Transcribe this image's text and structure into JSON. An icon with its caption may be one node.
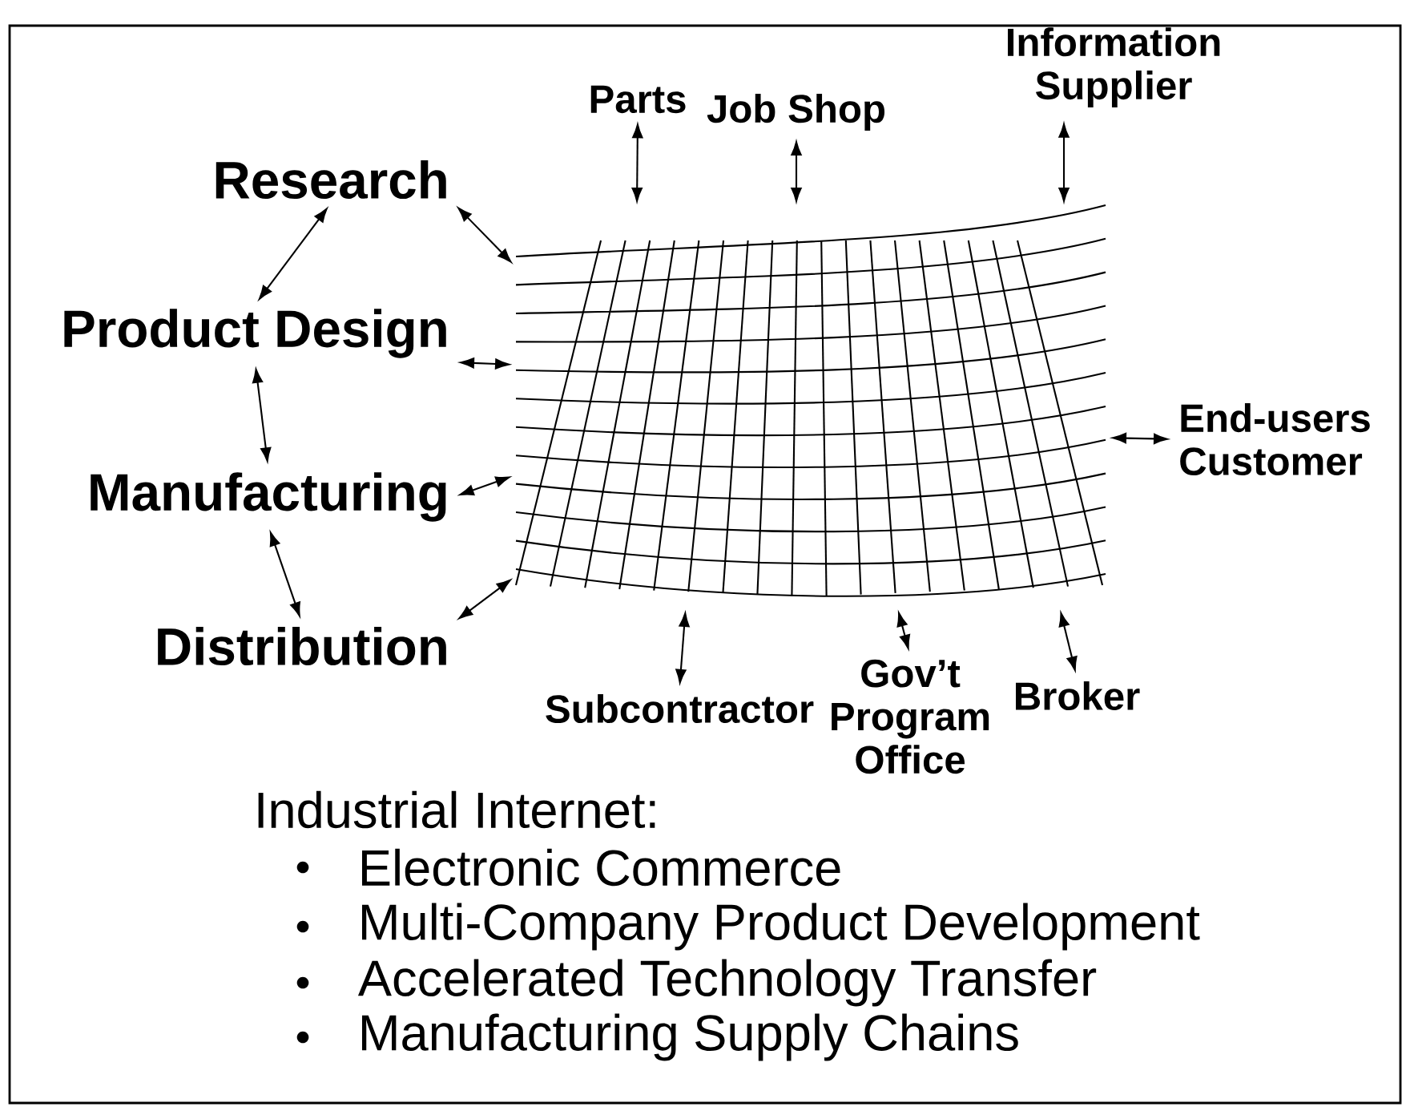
{
  "diagram": {
    "nodes": [
      {
        "text": [
          "Research"
        ]
      },
      {
        "text": [
          "Product Design"
        ]
      },
      {
        "text": [
          "Manufacturing"
        ]
      },
      {
        "text": [
          "Distribution"
        ]
      },
      {
        "text": [
          "Parts"
        ]
      },
      {
        "text": [
          "Information Supplier"
        ]
      },
      {
        "text": [
          "Job Shop"
        ]
      },
      {
        "text": [
          "End-users Customer"
        ]
      },
      {
        "text": [
          "Subcontractor"
        ]
      },
      {
        "text": [
          "Gov’t Program Office"
        ]
      },
      {
        "text": [
          "Broker"
        ]
      },
      {
        "text": [],
        "shape": "picture"
      }
    ],
    "edges": [
      {
        "from": 0,
        "to": 1,
        "arrow": "both"
      },
      {
        "from": 1,
        "to": 2,
        "arrow": "both"
      },
      {
        "from": 2,
        "to": 3,
        "arrow": "both"
      },
      {
        "from": 0,
        "to": 11,
        "arrow": "both"
      },
      {
        "from": 1,
        "to": 11,
        "arrow": "both"
      },
      {
        "from": 2,
        "to": 11,
        "arrow": "both"
      },
      {
        "from": 3,
        "to": 11,
        "arrow": "both"
      },
      {
        "from": 4,
        "to": 11,
        "arrow": "both"
      },
      {
        "from": 6,
        "to": 11,
        "arrow": "both"
      },
      {
        "from": 5,
        "to": 11,
        "arrow": "both"
      },
      {
        "from": 7,
        "to": 11,
        "arrow": "both"
      },
      {
        "from": 8,
        "to": 11,
        "arrow": "both"
      },
      {
        "from": 9,
        "to": 11,
        "arrow": "both"
      },
      {
        "from": 10,
        "to": 11,
        "arrow": "both"
      }
    ],
    "labels": [
      "Industrial Internet:",
      "Electronic Commerce",
      "Multi-Company Product Development",
      "Accelerated Technology Transfer",
      "Manufacturing Supply Chains"
    ]
  }
}
